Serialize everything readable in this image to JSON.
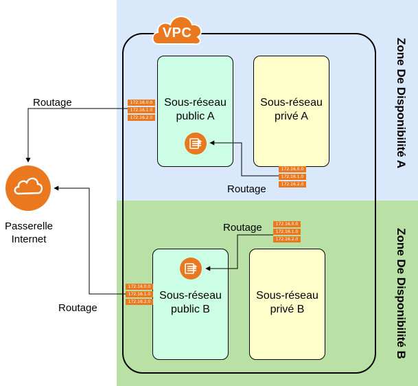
{
  "zones": {
    "a_label": "Zone De Disponibilité A",
    "b_label": "Zone De Disponibilité B"
  },
  "vpc": {
    "label": "VPC"
  },
  "subnets": {
    "public_a": "Sous-réseau public A",
    "private_a": "Sous-réseau privé A",
    "public_b": "Sous-réseau public B",
    "private_b": "Sous-réseau privé B"
  },
  "gateway": {
    "label": "Passerelle Internet"
  },
  "route_labels": {
    "top_left": "Routage",
    "bottom_left": "Routage",
    "zone_a": "Routage",
    "zone_b": "Routage"
  },
  "route_table_entries": [
    "172.16.0.0",
    "172.16.1.0",
    "172.16.2.0"
  ],
  "colors": {
    "zone_a": "#dae8fc",
    "zone_b": "#b9e0a5",
    "public_subnet": "#ccffe6",
    "private_subnet": "#ffffcc",
    "aws_orange": "#e9781f"
  },
  "icons": {
    "vpc": "cloud-icon",
    "gateway": "internet-gateway-icon",
    "nat": "nat-gateway-icon"
  }
}
